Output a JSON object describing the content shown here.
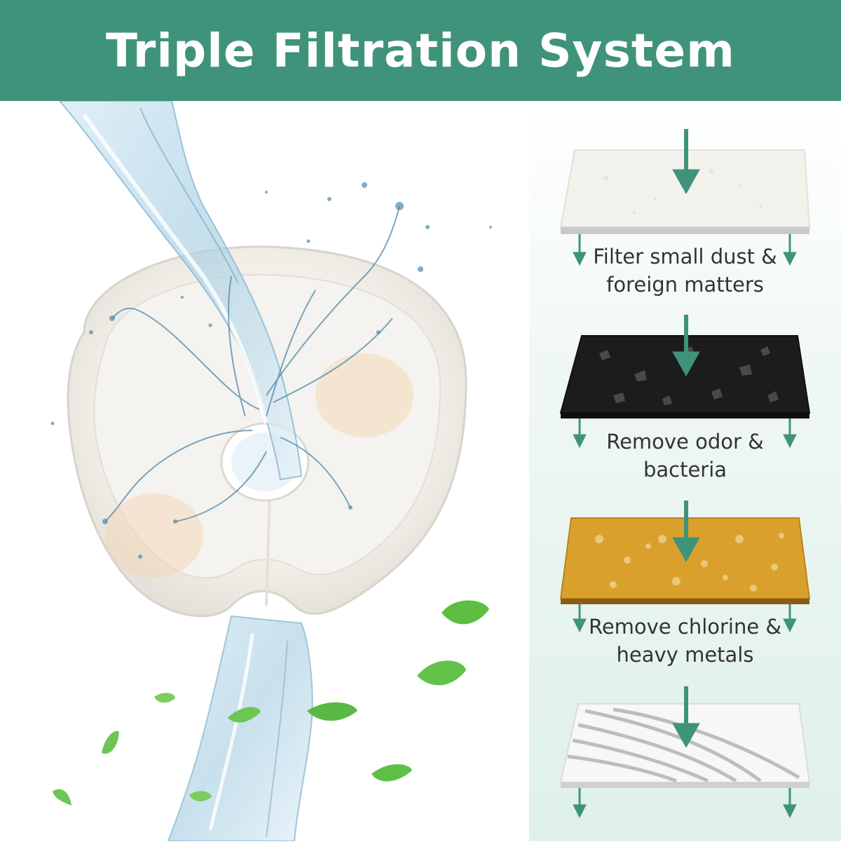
{
  "header": {
    "title": "Triple Filtration System"
  },
  "colors": {
    "banner": "#3f937a",
    "arrow": "#3f937a",
    "cotton": "#f3f1ec",
    "carbon": "#1c1c1c",
    "resin": "#d9a12c",
    "mesh": "#f7f7f7",
    "caption_text": "#333333"
  },
  "illustration": {
    "subject": "round fountain filter with water stream and leaves",
    "icons": [
      "water-stream-icon",
      "water-splash-icon",
      "leaf-icon"
    ]
  },
  "layers": [
    {
      "material": "cotton",
      "caption": [
        "Filter small dust &",
        "foreign matters"
      ]
    },
    {
      "material": "activated-carbon",
      "caption": [
        "Remove odor &",
        "bacteria"
      ]
    },
    {
      "material": "ion-exchange-resin",
      "caption": [
        "Remove chlorine &",
        "heavy metals"
      ]
    },
    {
      "material": "filter-mesh",
      "caption": []
    }
  ]
}
